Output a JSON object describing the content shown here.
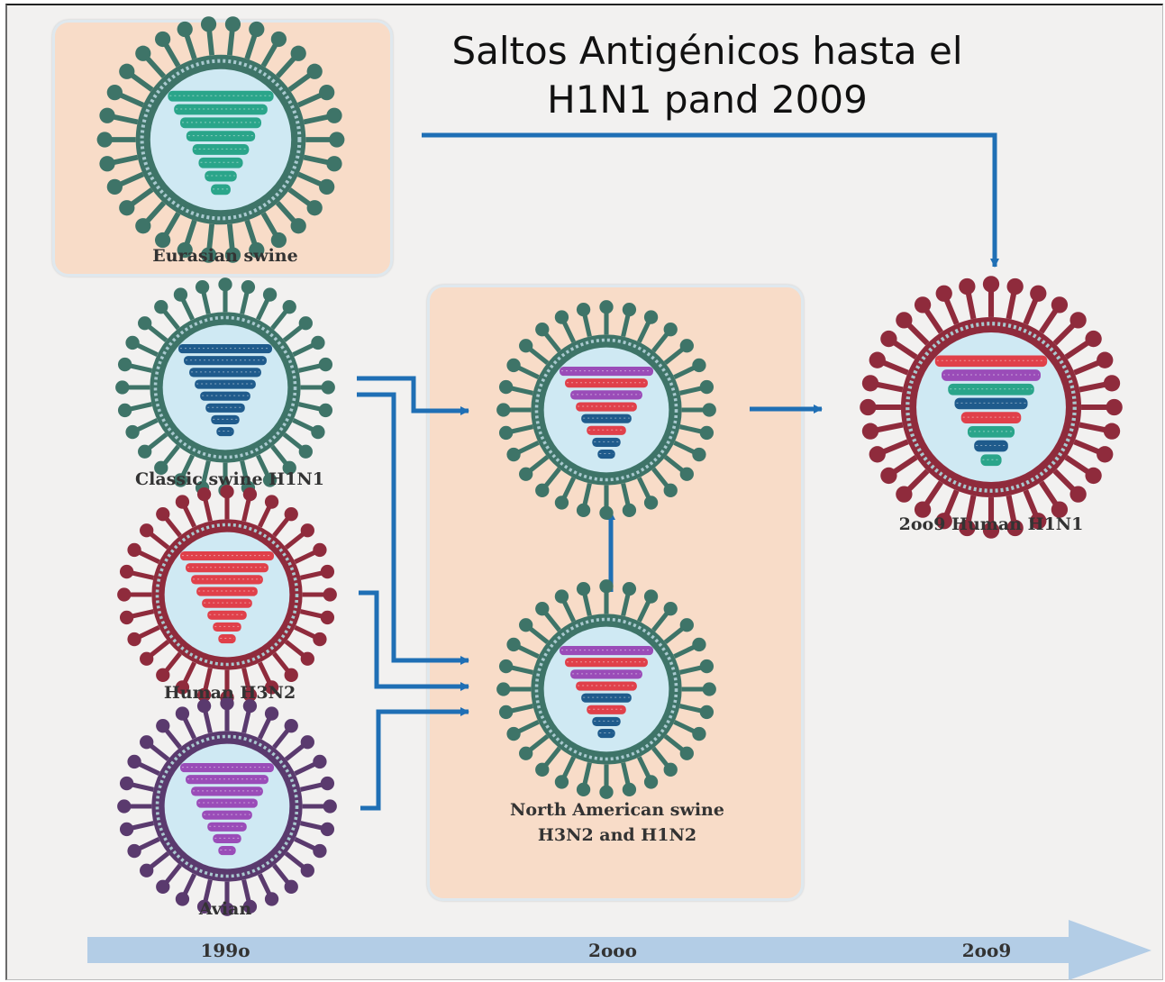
{
  "title": "Saltos Antigénicos hasta el H1N1 pand 2009",
  "colors": {
    "arrow": "#1f6fb5",
    "box_fill": "#f8dcc8",
    "timeline": "#b3cde6",
    "teal": "#2aa58a",
    "navy": "#1f5b8c",
    "red": "#e0404a",
    "purple": "#9a4cb8",
    "envelope_green": "#3e7468",
    "envelope_maroon": "#8f2b3c",
    "envelope_violet": "#5a3a6e",
    "core": "#cfe9f3"
  },
  "viruses": [
    {
      "id": "eurasian",
      "label": "Eurasian swine",
      "envelope": "envelope_green",
      "stripes": [
        "teal",
        "teal",
        "teal",
        "teal",
        "teal",
        "teal",
        "teal",
        "teal"
      ]
    },
    {
      "id": "classic",
      "label": "Classic swine H1N1",
      "envelope": "envelope_green",
      "stripes": [
        "navy",
        "navy",
        "navy",
        "navy",
        "navy",
        "navy",
        "navy",
        "navy"
      ]
    },
    {
      "id": "human_h3n2",
      "label": "Human H3N2",
      "envelope": "envelope_maroon",
      "stripes": [
        "red",
        "red",
        "red",
        "red",
        "red",
        "red",
        "red",
        "red"
      ]
    },
    {
      "id": "avian",
      "label": "Avian",
      "envelope": "envelope_violet",
      "stripes": [
        "purple",
        "purple",
        "purple",
        "purple",
        "purple",
        "purple",
        "purple",
        "purple"
      ]
    },
    {
      "id": "na_top",
      "label": "",
      "envelope": "envelope_green",
      "stripes": [
        "purple",
        "red",
        "purple",
        "red",
        "navy",
        "red",
        "navy",
        "navy"
      ]
    },
    {
      "id": "na_bottom",
      "label": "North American swine H3N2 and H1N2",
      "label_lines": [
        "North American swine",
        "H3N2 and H1N2"
      ],
      "envelope": "envelope_green",
      "stripes": [
        "purple",
        "red",
        "purple",
        "red",
        "navy",
        "red",
        "navy",
        "navy"
      ]
    },
    {
      "id": "human2009",
      "label": "2oo9 Human H1N1",
      "envelope": "envelope_maroon",
      "stripes": [
        "red",
        "purple",
        "teal",
        "navy",
        "red",
        "teal",
        "navy",
        "teal"
      ]
    }
  ],
  "timeline": {
    "ticks": [
      "199o",
      "2ooo",
      "2oo9"
    ]
  }
}
